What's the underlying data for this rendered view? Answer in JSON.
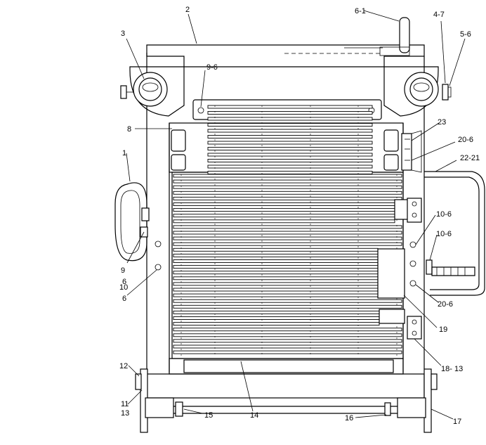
{
  "labels": {
    "l_2": "2",
    "l_6_1": "6-1",
    "l_4_7": "4-7",
    "l_5_6": "5-6",
    "l_3": "3",
    "l_9_6_top": "9-6",
    "l_8": "8",
    "l_23": "23",
    "l_20_6_top": "20-6",
    "l_22_21": "22-21",
    "l_1": "1",
    "l_10_6_a": "10-6",
    "l_10_6_b": "10-6",
    "l_9": "9",
    "l_6_left": "6",
    "l_10_left": "10",
    "l_6_left_b": "6",
    "l_20_6_right": "20-6",
    "l_19": "19",
    "l_18_13": "18- 13",
    "l_12": "12",
    "l_11": "11",
    "l_13": "13",
    "l_15": "15",
    "l_14": "14",
    "l_16": "16",
    "l_17": "17"
  }
}
